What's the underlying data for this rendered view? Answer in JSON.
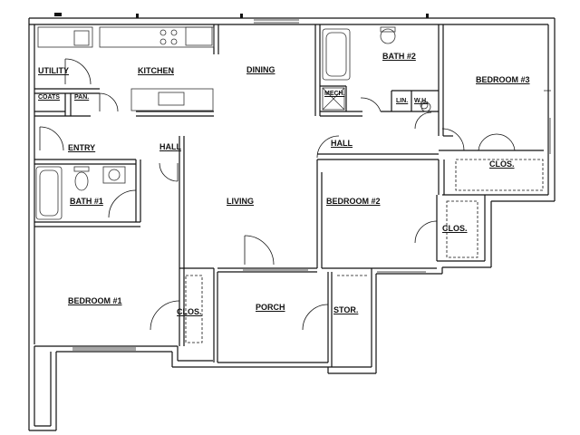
{
  "rooms": {
    "utility": "UTILITY",
    "kitchen": "KITCHEN",
    "dining": "DINING",
    "bath2": "BATH #2",
    "bedroom3": "BEDROOM #3",
    "coats": "COATS",
    "pan": "PAN.",
    "mech": "MECH.",
    "lin": "LIN.",
    "wh": "W.H.",
    "entry": "ENTRY",
    "hall_left": "HALL",
    "hall_right": "HALL",
    "clos_bedroom3": "CLOS.",
    "bath1": "BATH #1",
    "living": "LIVING",
    "bedroom2": "BEDROOM #2",
    "clos_bedroom2": "CLOS.",
    "bedroom1": "BEDROOM #1",
    "clos_bedroom1": "CLOS.",
    "porch": "PORCH",
    "stor": "STOR."
  },
  "colors": {
    "wall": "#111111",
    "fixture": "#333333",
    "background": "#ffffff"
  }
}
